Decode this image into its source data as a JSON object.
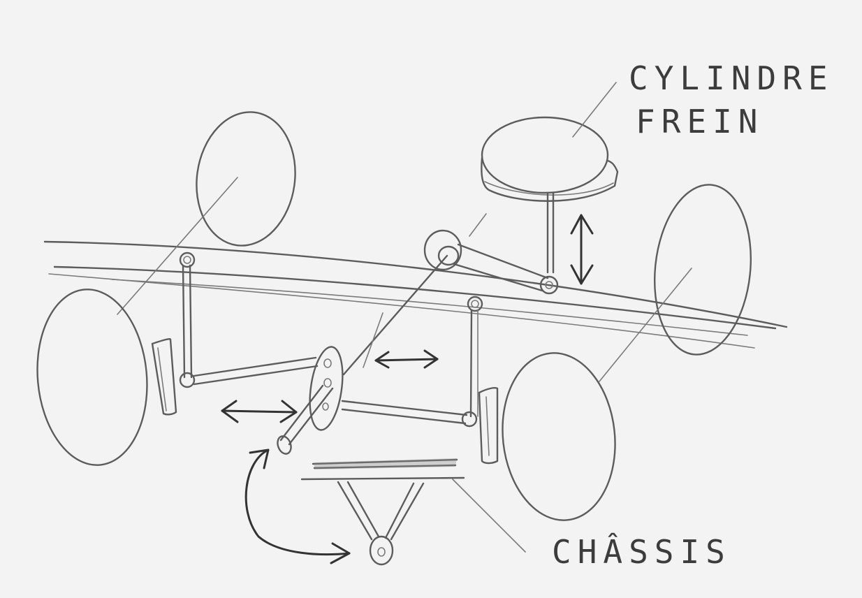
{
  "labels": {
    "brake_cylinder_line1": "CYLINDRE",
    "brake_cylinder_line2": "FREIN",
    "chassis": "CHÂSSIS"
  },
  "colors": {
    "paper": "#f3f3f3",
    "pencil": "#5c5c5c"
  }
}
